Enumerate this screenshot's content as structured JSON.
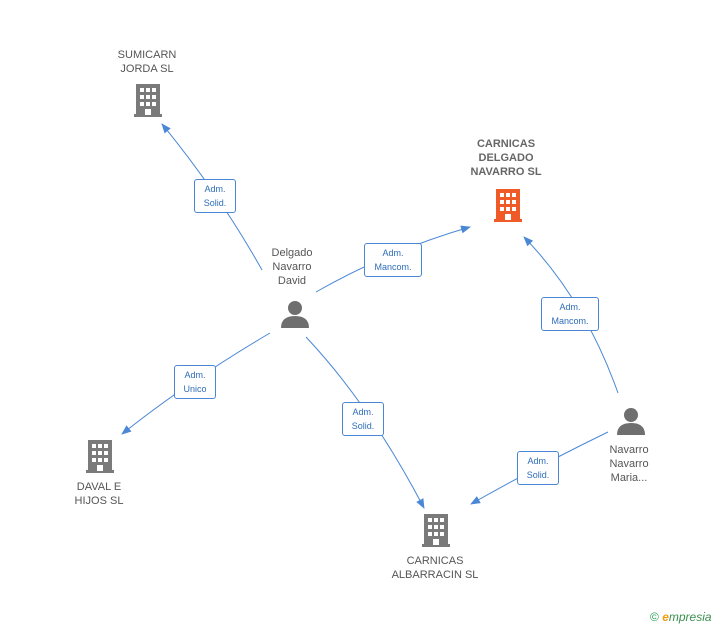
{
  "colors": {
    "edge": "#4a88d6",
    "company": "#7a7a7a",
    "company_main": "#f05a28",
    "person": "#6f6f6f"
  },
  "nodes": {
    "sumicarn": {
      "line1": "SUMICARN",
      "line2": "JORDA SL",
      "icon": "building-icon"
    },
    "carnicas_delgado": {
      "line1": "CARNICAS",
      "line2": "DELGADO",
      "line3": "NAVARRO SL",
      "icon": "building-icon"
    },
    "delgado_david": {
      "line1": "Delgado",
      "line2": "Navarro",
      "line3": "David",
      "icon": "person-icon"
    },
    "daval": {
      "line1": "DAVAL E",
      "line2": "HIJOS SL",
      "icon": "building-icon"
    },
    "carnicas_albarracin": {
      "line1": "CARNICAS",
      "line2": "ALBARRACIN SL",
      "icon": "building-icon"
    },
    "navarro_maria": {
      "line1": "Navarro",
      "line2": "Navarro",
      "line3": "Maria...",
      "icon": "person-icon"
    }
  },
  "edges": {
    "e1": {
      "line1": "Adm.",
      "line2": "Solid."
    },
    "e2": {
      "line1": "Adm.",
      "line2": "Mancom."
    },
    "e3": {
      "line1": "Adm.",
      "line2": "Unico"
    },
    "e4": {
      "line1": "Adm.",
      "line2": "Solid."
    },
    "e5": {
      "line1": "Adm.",
      "line2": "Mancom."
    },
    "e6": {
      "line1": "Adm.",
      "line2": "Solid."
    }
  },
  "footer": {
    "copyright": "©",
    "brand_initial": "e",
    "brand_rest": "mpresia"
  }
}
